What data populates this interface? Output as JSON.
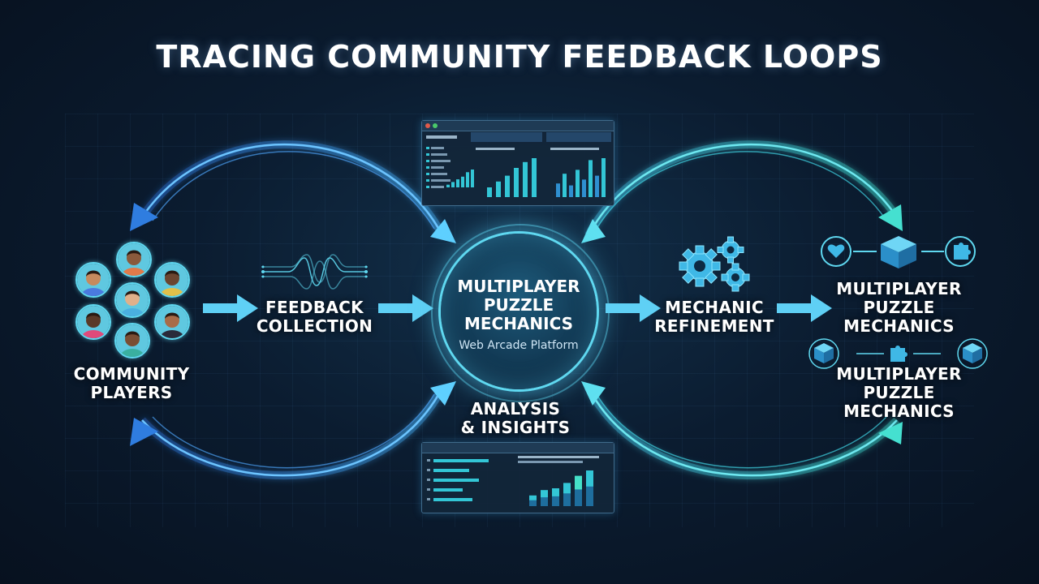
{
  "title": "TRACING COMMUNITY FEEDBACK LOOPS",
  "nodes": {
    "community": [
      "COMMUNITY",
      "PLAYERS"
    ],
    "feedback": [
      "FEEDBACK",
      "COLLECTION"
    ],
    "hub_title": [
      "MULTIPLAYER",
      "PUZZLE",
      "MECHANICS"
    ],
    "hub_sub": "Web Arcade Platform",
    "analysis": [
      "ANALYSIS",
      "& INSIGHTS"
    ],
    "mechanic": [
      "MECHANIC",
      "REFINEMENT"
    ],
    "output_top": [
      "MULTIPLAYER",
      "PUZZLE",
      "MECHANICS"
    ],
    "output_bottom": [
      "MULTIPLAYER",
      "PUZZLE",
      "MECHANICS"
    ]
  },
  "icons": {
    "community": "player-avatars-icon",
    "feedback": "signal-wave-icon",
    "mechanic": "gears-icon",
    "output_top": [
      "heart-puzzle-icon",
      "cube-icon",
      "puzzle-piece-icon"
    ],
    "output_bottom": [
      "cube-icon",
      "puzzle-piece-icon",
      "cube-icon"
    ]
  },
  "colors": {
    "flow_blue": "#3aa0ff",
    "flow_cyan": "#45e0e0",
    "accent": "#5fd8f0",
    "bar": "#33c6d6"
  },
  "dashboard_top": {
    "bar_levels": [
      0.15,
      0.3,
      0.45,
      0.6,
      0.85,
      1.0
    ],
    "bar_levels_b": [
      0.25,
      0.4,
      0.55,
      0.75,
      0.9,
      1.0
    ],
    "bar_levels_c": [
      0.35,
      0.6,
      0.3,
      0.7,
      0.45,
      0.95,
      0.55,
      1.0
    ]
  },
  "dashboard_bottom": {
    "hbar_levels": [
      0.85,
      0.55,
      0.7,
      0.45,
      0.6
    ],
    "bar_levels": [
      0.3,
      0.45,
      0.5,
      0.65,
      0.85,
      1.0
    ]
  }
}
